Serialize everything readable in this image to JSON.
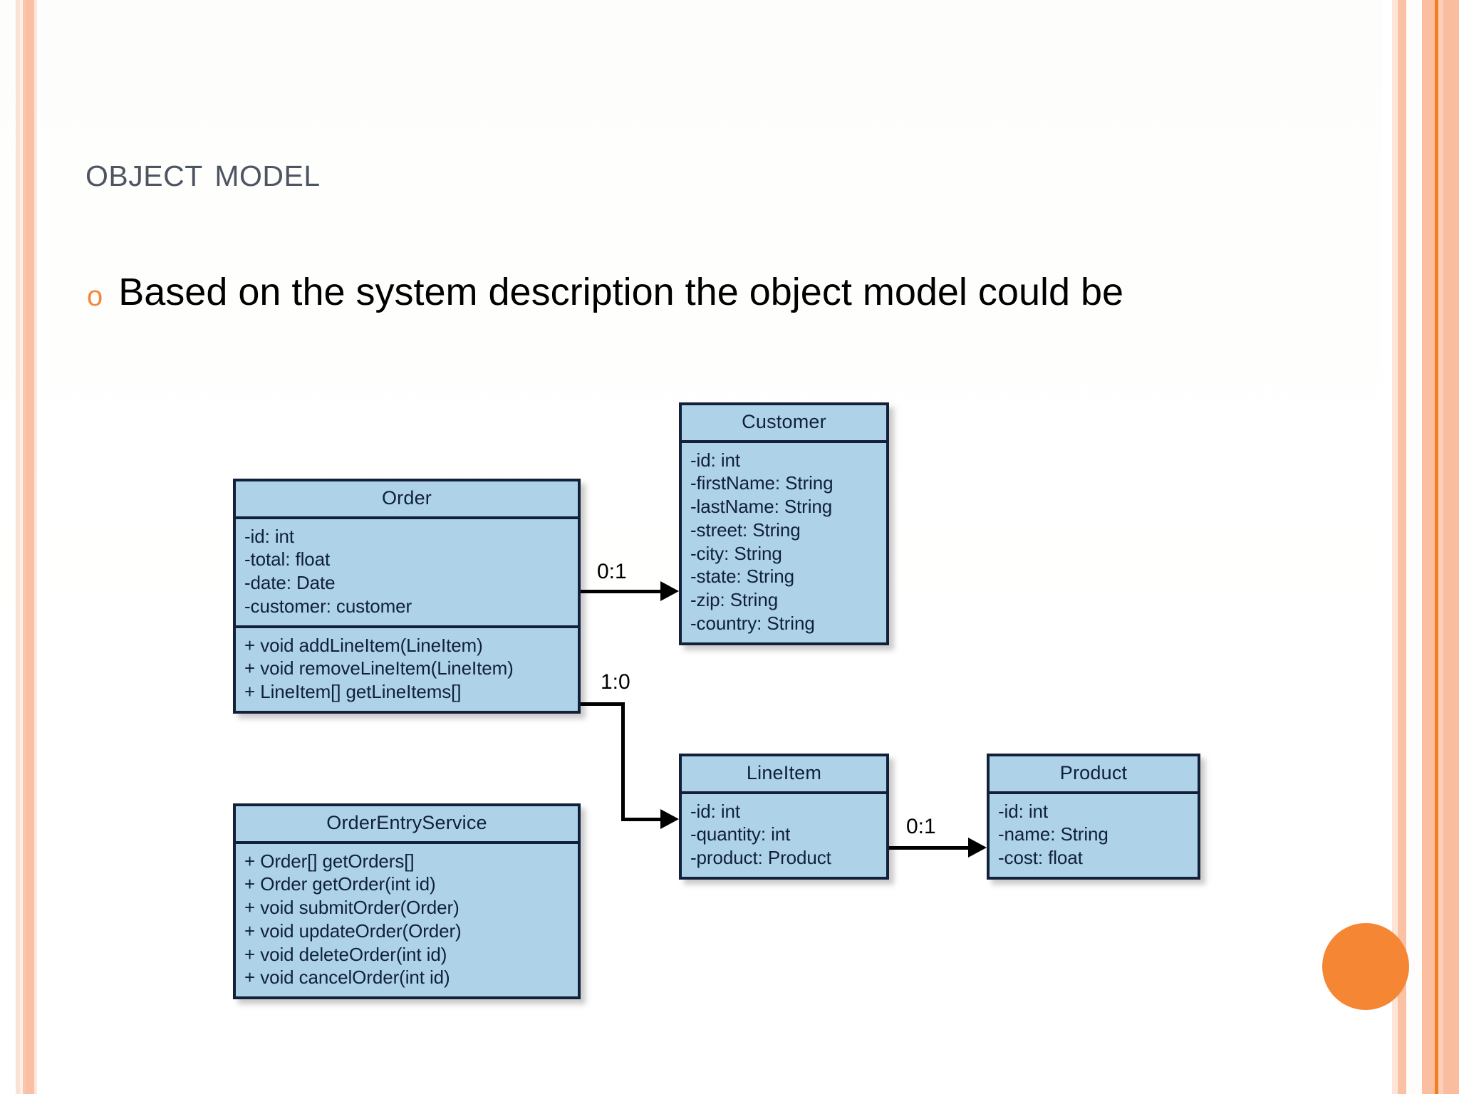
{
  "slide": {
    "title": "Object model",
    "bullets": [
      {
        "marker": "o",
        "text": "Based on the system description the object model could be"
      }
    ],
    "accent_color": "#f58634",
    "title_color": "#4e5562",
    "bullet_marker_color": "#f2893c"
  },
  "diagram": {
    "type": "uml-class-diagram",
    "box_fill": "#aed2e8",
    "box_border": "#13203a",
    "classes": [
      {
        "id": "order",
        "name": "Order",
        "attributes": [
          "-id: int",
          "-total: float",
          "-date: Date",
          "-customer: customer"
        ],
        "methods": [
          "+ void addLineItem(LineItem)",
          "+ void removeLineItem(LineItem)",
          "+ LineItem[] getLineItems[]"
        ]
      },
      {
        "id": "customer",
        "name": "Customer",
        "attributes": [
          "-id: int",
          "-firstName: String",
          "-lastName: String",
          "-street: String",
          "-city: String",
          "-state: String",
          "-zip: String",
          "-country: String"
        ],
        "methods": []
      },
      {
        "id": "order-entry-service",
        "name": "OrderEntryService",
        "attributes": [],
        "methods": [
          "+  Order[] getOrders[]",
          "+ Order getOrder(int id)",
          "+ void submitOrder(Order)",
          "+ void updateOrder(Order)",
          "+ void deleteOrder(int id)",
          "+ void cancelOrder(int id)"
        ]
      },
      {
        "id": "lineitem",
        "name": "LineItem",
        "attributes": [
          "-id: int",
          "-quantity: int",
          "-product: Product"
        ],
        "methods": []
      },
      {
        "id": "product",
        "name": "Product",
        "attributes": [
          "-id: int",
          "-name: String",
          "-cost: float"
        ],
        "methods": []
      }
    ],
    "associations": [
      {
        "id": "order-customer",
        "from": "Order",
        "to": "Customer",
        "label": "0:1"
      },
      {
        "id": "order-lineitem",
        "from": "Order",
        "to": "LineItem",
        "label": "1:0"
      },
      {
        "id": "lineitem-product",
        "from": "LineItem",
        "to": "Product",
        "label": "0:1"
      }
    ]
  }
}
